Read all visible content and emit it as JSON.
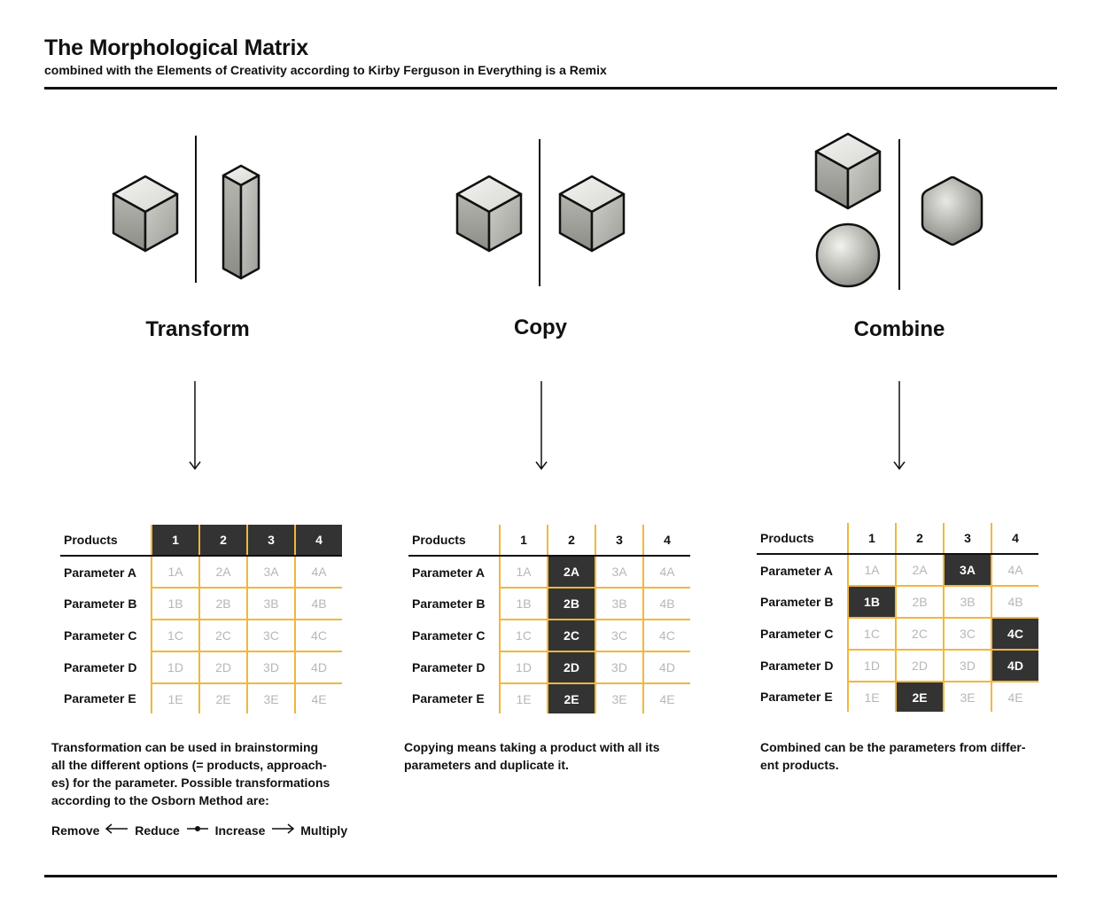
{
  "header": {
    "title": "The Morphological Matrix",
    "subtitle": "combined with the Elements of Creativity according to Kirby Ferguson in Everything is a Remix"
  },
  "columns": [
    {
      "title": "Transform",
      "description": [
        "Transformation can be used in brainstorming",
        "all the different options (= products, approach-",
        "es) for the parameter. Possible transformations",
        "according to the Osborn Method are:"
      ],
      "legend": {
        "remove": "Remove",
        "reduce": "Reduce",
        "increase": "Increase",
        "multiply": "Multiply"
      },
      "matrix": {
        "header_label": "Products",
        "products": [
          "1",
          "2",
          "3",
          "4"
        ],
        "dark_headers": [
          true,
          true,
          true,
          true
        ],
        "rows": [
          {
            "label": "Parameter A",
            "cells": [
              "1A",
              "2A",
              "3A",
              "4A"
            ],
            "dark": [
              false,
              false,
              false,
              false
            ]
          },
          {
            "label": "Parameter B",
            "cells": [
              "1B",
              "2B",
              "3B",
              "4B"
            ],
            "dark": [
              false,
              false,
              false,
              false
            ]
          },
          {
            "label": "Parameter C",
            "cells": [
              "1C",
              "2C",
              "3C",
              "4C"
            ],
            "dark": [
              false,
              false,
              false,
              false
            ]
          },
          {
            "label": "Parameter D",
            "cells": [
              "1D",
              "2D",
              "3D",
              "4D"
            ],
            "dark": [
              false,
              false,
              false,
              false
            ]
          },
          {
            "label": "Parameter E",
            "cells": [
              "1E",
              "2E",
              "3E",
              "4E"
            ],
            "dark": [
              false,
              false,
              false,
              false
            ]
          }
        ]
      }
    },
    {
      "title": "Copy",
      "description": [
        "Copying means taking a product with all its",
        "parameters and duplicate it."
      ],
      "matrix": {
        "header_label": "Products",
        "products": [
          "1",
          "2",
          "3",
          "4"
        ],
        "dark_headers": [
          false,
          false,
          false,
          false
        ],
        "rows": [
          {
            "label": "Parameter A",
            "cells": [
              "1A",
              "2A",
              "3A",
              "4A"
            ],
            "dark": [
              false,
              true,
              false,
              false
            ]
          },
          {
            "label": "Parameter B",
            "cells": [
              "1B",
              "2B",
              "3B",
              "4B"
            ],
            "dark": [
              false,
              true,
              false,
              false
            ]
          },
          {
            "label": "Parameter C",
            "cells": [
              "1C",
              "2C",
              "3C",
              "4C"
            ],
            "dark": [
              false,
              true,
              false,
              false
            ]
          },
          {
            "label": "Parameter D",
            "cells": [
              "1D",
              "2D",
              "3D",
              "4D"
            ],
            "dark": [
              false,
              true,
              false,
              false
            ]
          },
          {
            "label": "Parameter E",
            "cells": [
              "1E",
              "2E",
              "3E",
              "4E"
            ],
            "dark": [
              false,
              true,
              false,
              false
            ]
          }
        ]
      }
    },
    {
      "title": "Combine",
      "description": [
        "Combined can be the parameters from differ-",
        "ent products."
      ],
      "matrix": {
        "header_label": "Products",
        "products": [
          "1",
          "2",
          "3",
          "4"
        ],
        "dark_headers": [
          false,
          false,
          false,
          false
        ],
        "rows": [
          {
            "label": "Parameter A",
            "cells": [
              "1A",
              "2A",
              "3A",
              "4A"
            ],
            "dark": [
              false,
              false,
              true,
              false
            ]
          },
          {
            "label": "Parameter B",
            "cells": [
              "1B",
              "2B",
              "3B",
              "4B"
            ],
            "dark": [
              true,
              false,
              false,
              false
            ]
          },
          {
            "label": "Parameter C",
            "cells": [
              "1C",
              "2C",
              "3C",
              "4C"
            ],
            "dark": [
              false,
              false,
              false,
              true
            ]
          },
          {
            "label": "Parameter D",
            "cells": [
              "1D",
              "2D",
              "3D",
              "4D"
            ],
            "dark": [
              false,
              false,
              false,
              true
            ]
          },
          {
            "label": "Parameter E",
            "cells": [
              "1E",
              "2E",
              "3E",
              "4E"
            ],
            "dark": [
              false,
              true,
              false,
              false
            ]
          }
        ]
      }
    }
  ],
  "colors": {
    "accent": "#f2b73a",
    "dark_cell": "#333333",
    "faded_text": "#b7b7b7"
  }
}
